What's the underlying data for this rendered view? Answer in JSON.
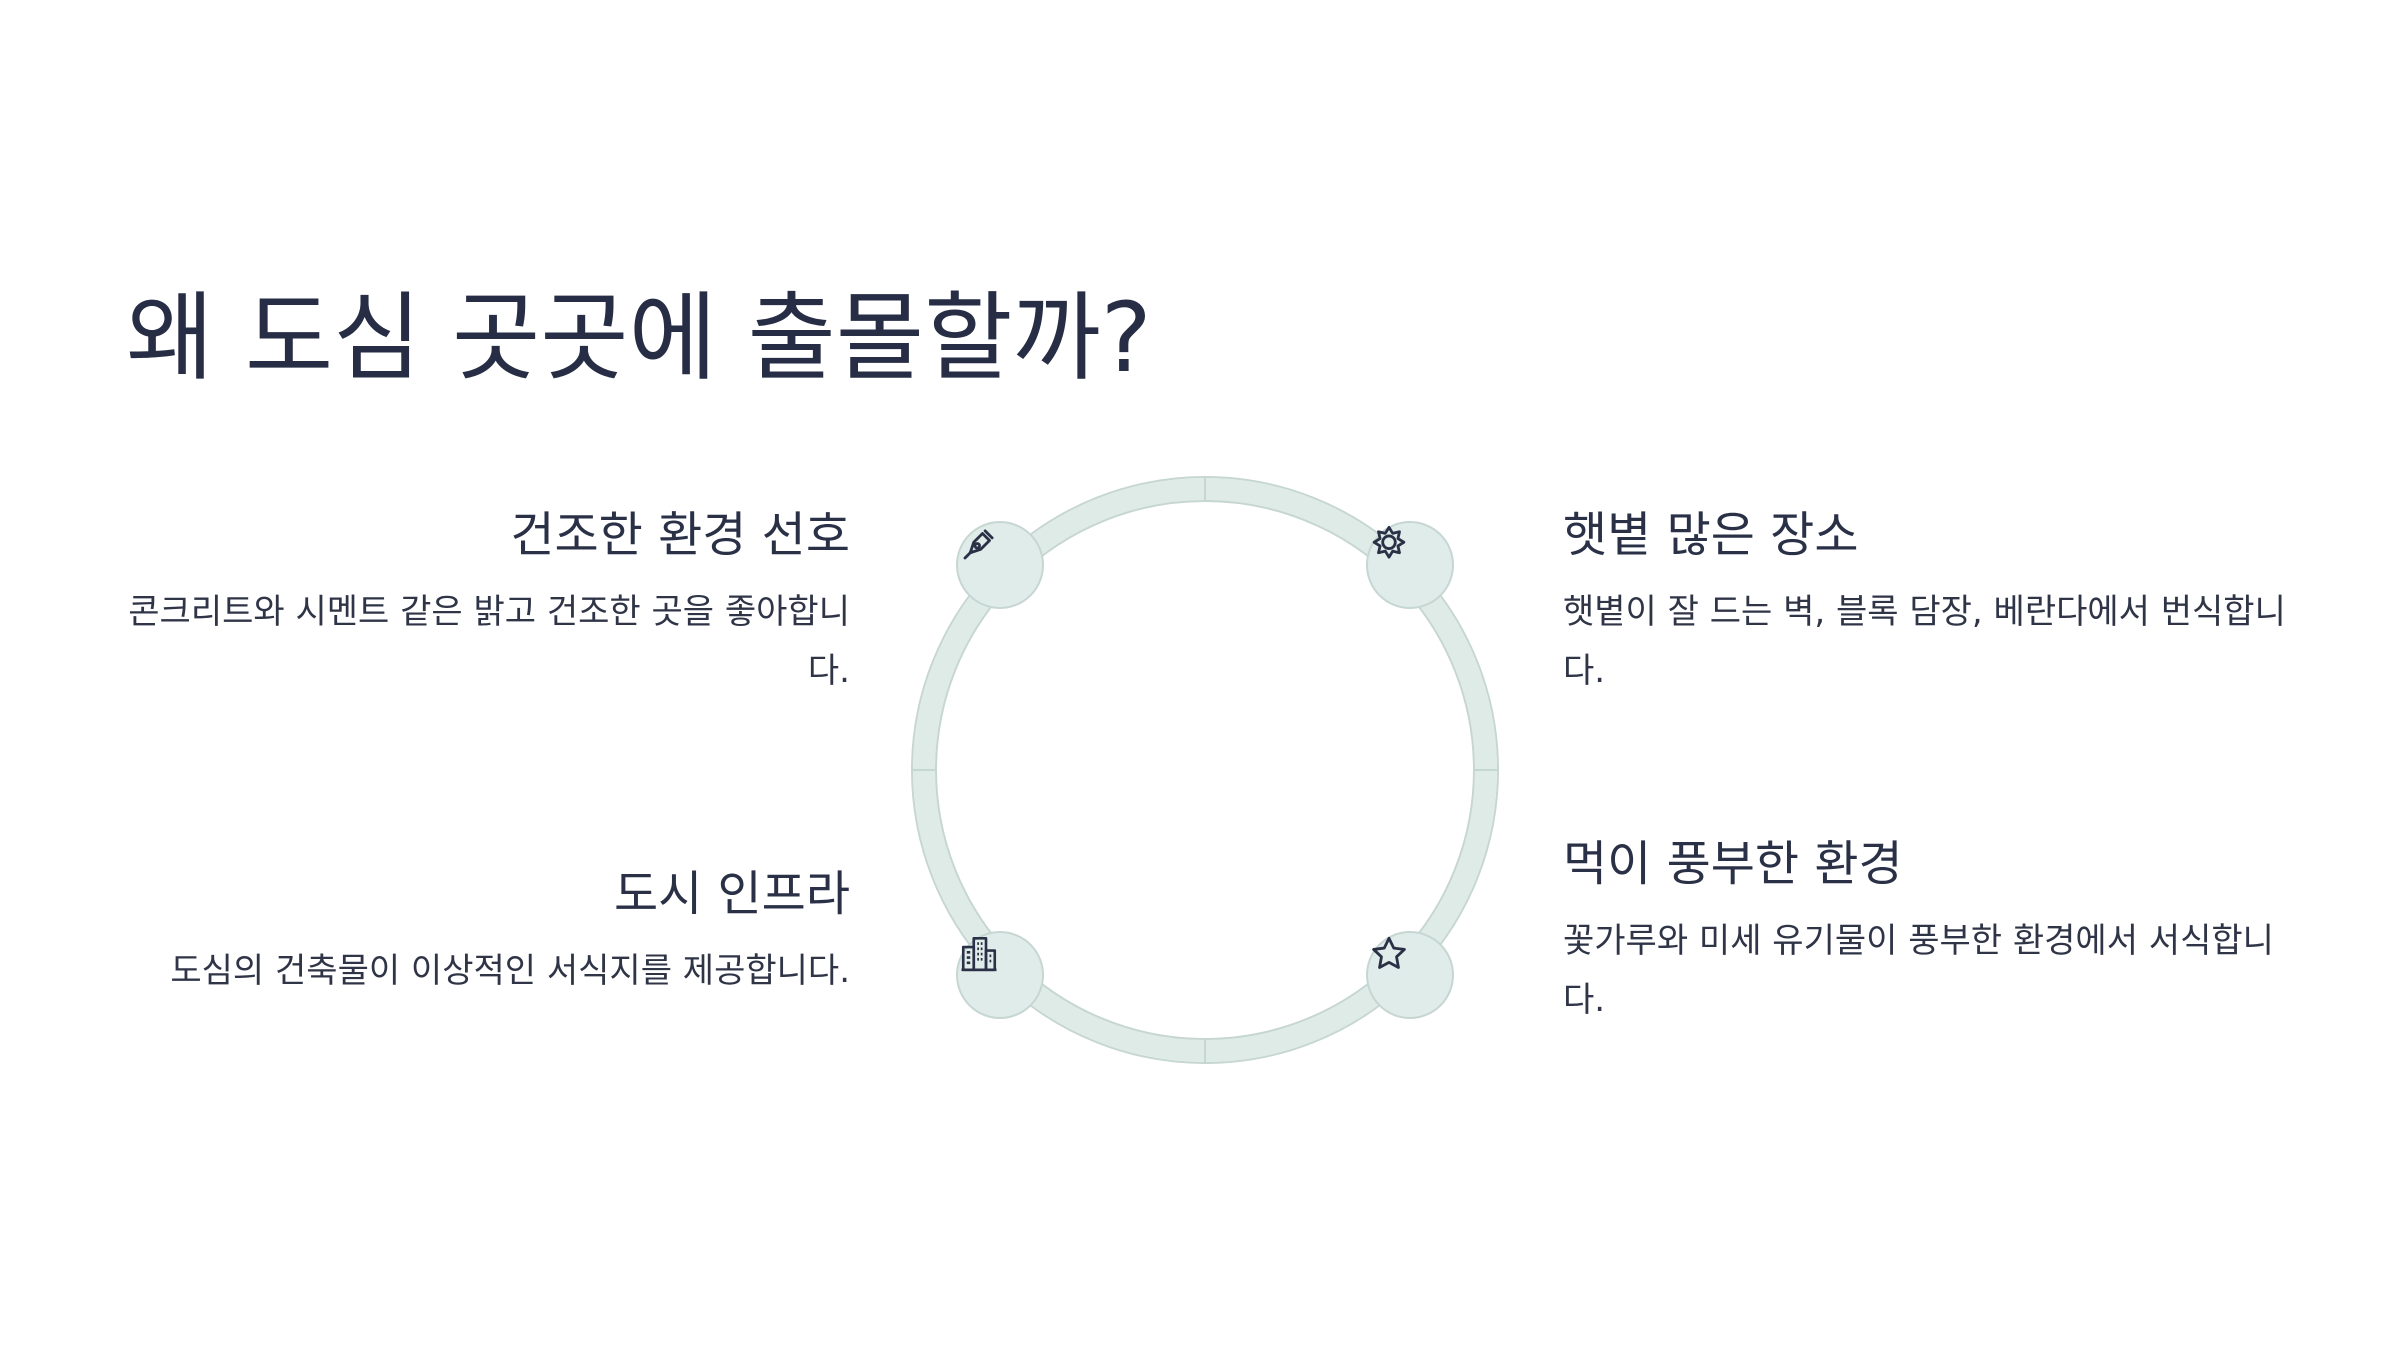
{
  "title": "왜 도심 곳곳에 출몰할까?",
  "items": [
    {
      "title": "건조한 환경 선호",
      "description": "콘크리트와 시멘트 같은 밝고 건조한 곳을 좋아합니다.",
      "icon": "pen-nib-icon"
    },
    {
      "title": "햇볕 많은 장소",
      "description": "햇볕이 잘 드는 벽, 블록 담장, 베란다에서 번식합니다.",
      "icon": "sun-icon"
    },
    {
      "title": "도시 인프라",
      "description": "도심의 건축물이 이상적인 서식지를 제공합니다.",
      "icon": "buildings-icon"
    },
    {
      "title": "먹이 풍부한 환경",
      "description": "꽃가루와 미세 유기물이 풍부한 환경에서 서식합니다.",
      "icon": "star-icon"
    }
  ],
  "colors": {
    "ring": "#dfebe7",
    "ring_edge": "#c6d6d2",
    "node_fill": "#e0ece9",
    "text": "#2a3147"
  }
}
